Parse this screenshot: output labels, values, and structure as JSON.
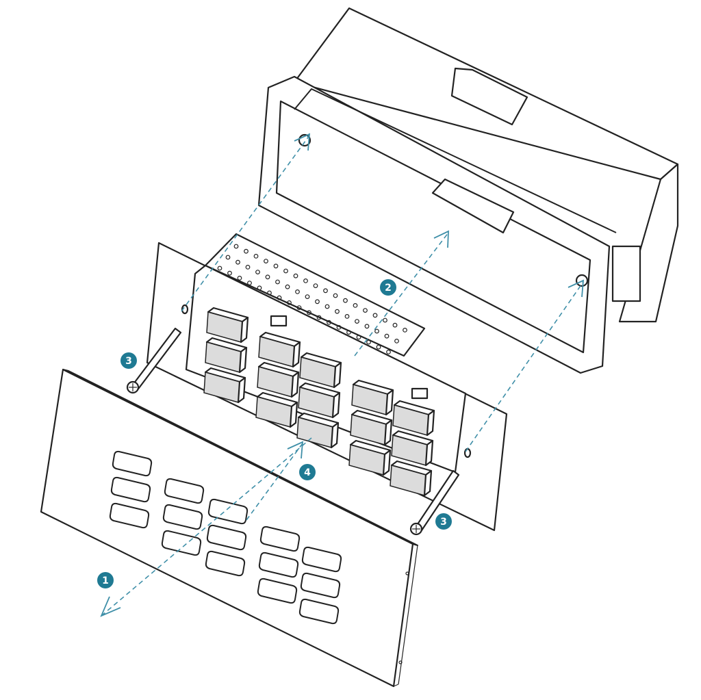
{
  "callouts": [
    {
      "label": "1"
    },
    {
      "label": "2"
    },
    {
      "label": "3"
    },
    {
      "label": "3"
    },
    {
      "label": "4"
    }
  ],
  "colors": {
    "callout_fill": "#1f7a93",
    "guide_line": "#3f8fa8",
    "outline": "#222222"
  }
}
